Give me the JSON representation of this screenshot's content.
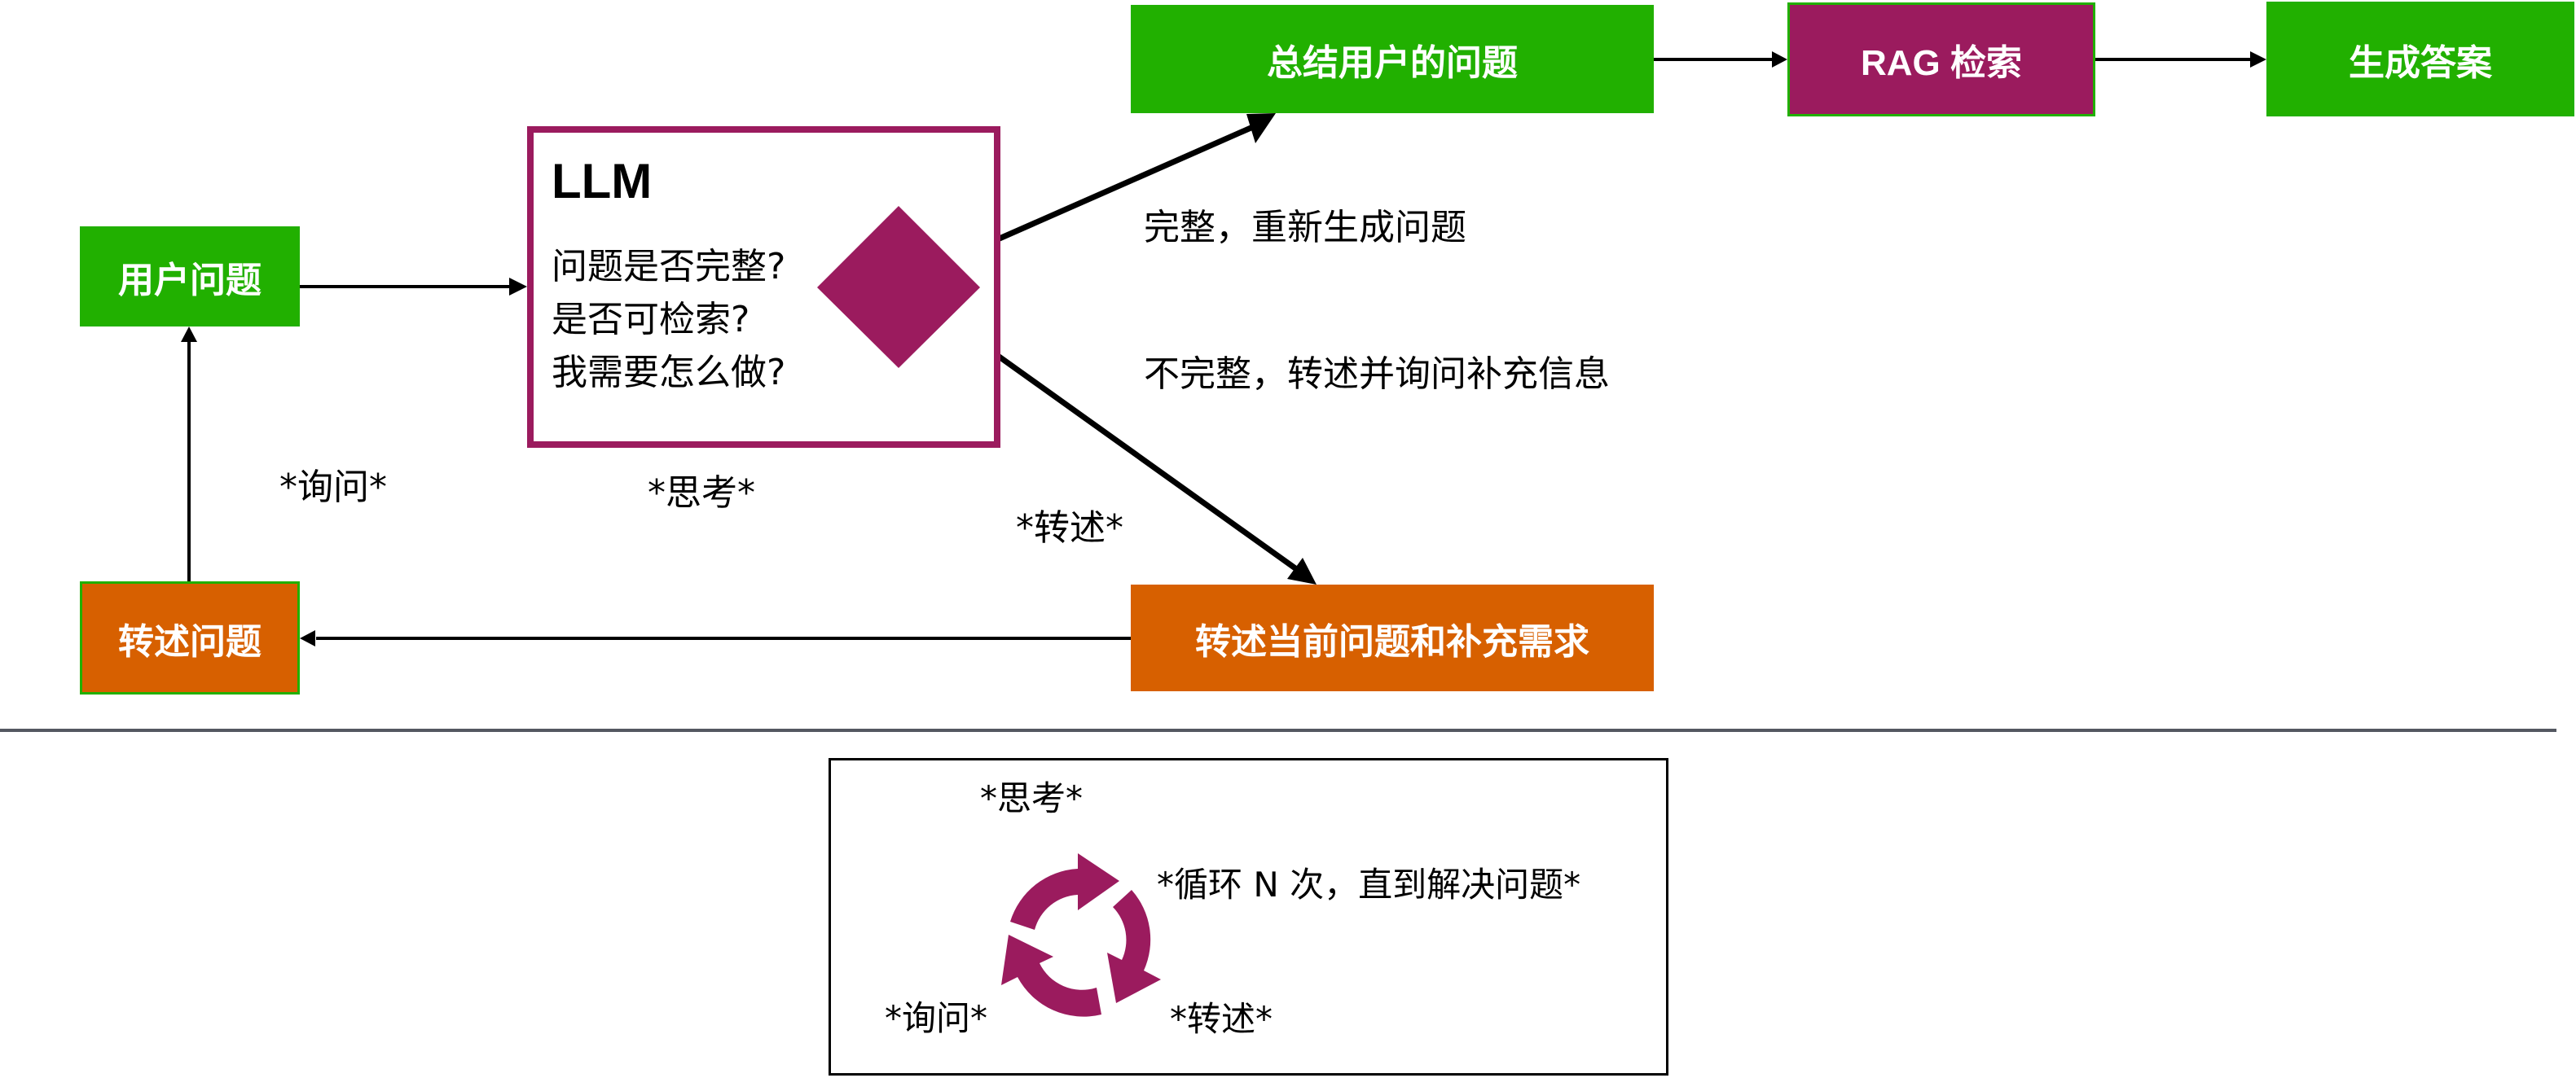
{
  "colors": {
    "green": "#21b000",
    "purple": "#9b1b5e",
    "orange": "#d76000",
    "divider": "#545861"
  },
  "nodes": {
    "user_question": "用户问题",
    "llm_title": "LLM",
    "llm_questions": [
      "问题是否完整?",
      "是否可检索?",
      "我需要怎么做?"
    ],
    "summarize": "总结用户的问题",
    "rag": "RAG 检索",
    "answer": "生成答案",
    "restate_request": "转述当前问题和补充需求",
    "restate_question": "转述问题"
  },
  "edge_labels": {
    "complete": "完整，重新生成问题",
    "incomplete": "不完整，转述并询问补充信息",
    "think": "*思考*",
    "ask": "*询问*",
    "restate": "*转述*"
  },
  "legend": {
    "think": "*思考*",
    "loop": "*循环 N 次，直到解决问题*",
    "ask": "*询问*",
    "restate": "*转述*",
    "icon": "cycle-arrows-icon"
  }
}
